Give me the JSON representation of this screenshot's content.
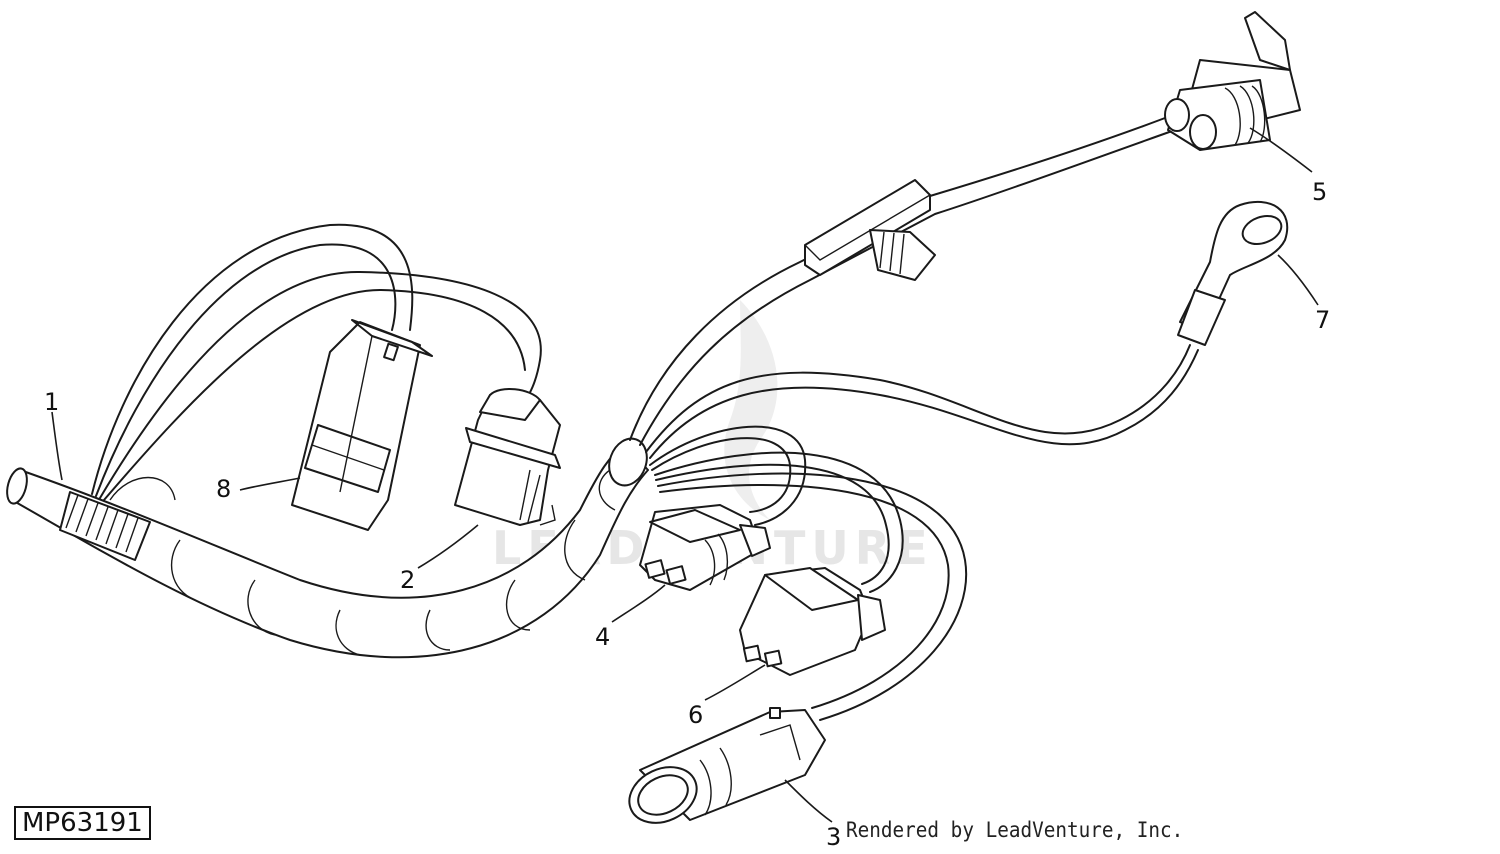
{
  "diagram": {
    "figure_id": "MP63191",
    "credit": "Rendered by LeadVenture, Inc.",
    "watermark": "LEADVENTURE",
    "callouts": [
      "1",
      "2",
      "3",
      "4",
      "5",
      "6",
      "7",
      "8"
    ],
    "line_color": "#1a1a1a",
    "background_color": "#ffffff"
  }
}
